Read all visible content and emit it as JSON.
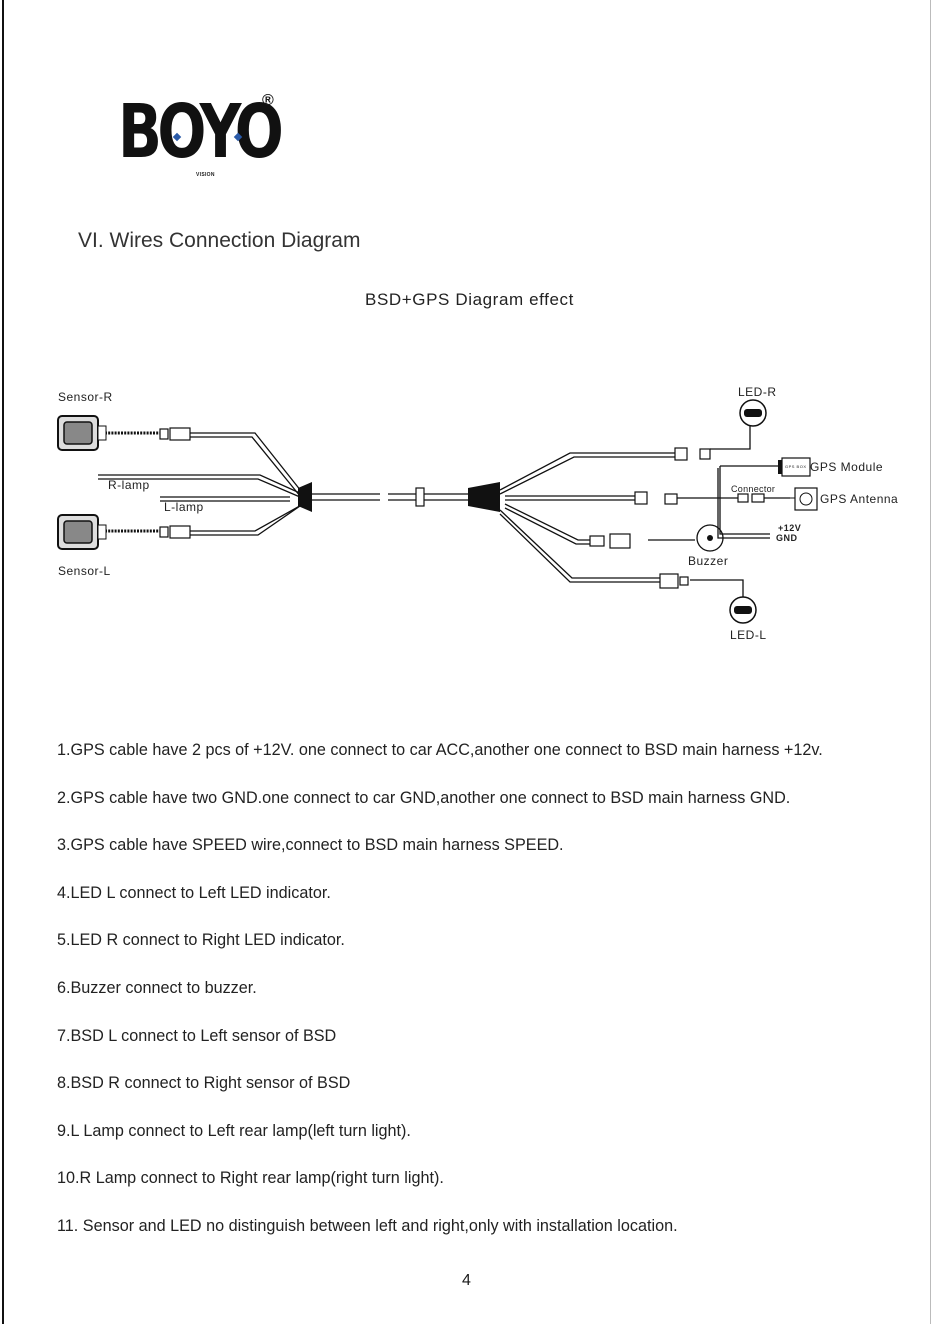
{
  "logo": {
    "text": "BOYO",
    "reg": "®",
    "sub": "VISION"
  },
  "section_title": "VI. Wires Connection Diagram",
  "diagram": {
    "title": "BSD+GPS Diagram effect",
    "labels": {
      "sensor_r": "Sensor-R",
      "sensor_l": "Sensor-L",
      "r_lamp": "R-lamp",
      "l_lamp": "L-lamp",
      "led_r": "LED-R",
      "led_l": "LED-L",
      "gps_module": "GPS Module",
      "gps_antenna": "GPS Antenna",
      "connector": "Connector",
      "plus12v": "+12V",
      "gnd": "GND",
      "buzzer": "Buzzer",
      "gps_box": "GPS BOX"
    }
  },
  "instructions": [
    "1.GPS cable have 2 pcs of +12V. one connect to car ACC,another one connect to BSD main harness +12v.",
    "2.GPS cable have two GND.one connect to car GND,another one connect to BSD main harness GND.",
    "3.GPS cable have SPEED wire,connect to BSD main harness SPEED.",
    "4.LED L connect to Left LED indicator.",
    "5.LED R connect to Right LED indicator.",
    "6.Buzzer connect to buzzer.",
    "7.BSD L connect to Left sensor of BSD",
    "8.BSD R connect to Right sensor of BSD",
    "9.L Lamp connect to Left rear lamp(left turn light).",
    "10.R Lamp connect to Right rear lamp(right turn light).",
    "11. Sensor and LED no distinguish between left and right,only with installation location."
  ],
  "page_number": "4"
}
